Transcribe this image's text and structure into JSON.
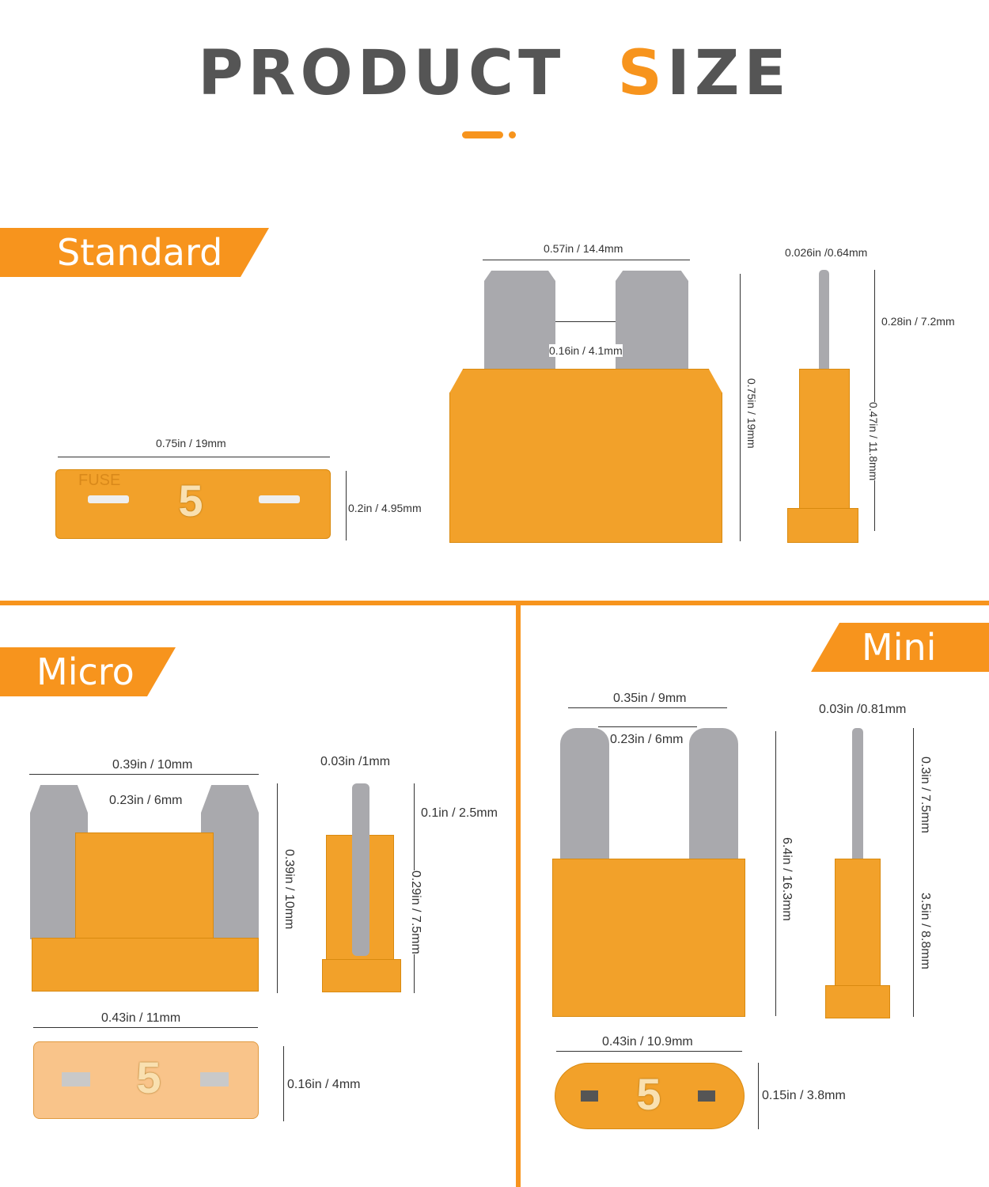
{
  "title": {
    "part1": "PRODUCT",
    "part2_accent": "S",
    "part2_rest": "IZE"
  },
  "colors": {
    "accent": "#f7941d",
    "title_gray": "#555555",
    "fuse_body": "#f2a12a",
    "blade": "#a9a9ad"
  },
  "sections": {
    "standard": {
      "label": "Standard",
      "top_width": "0.75in / 19mm",
      "top_height": "0.2in / 4.95mm",
      "top_number": "5",
      "top_marking": "FUSE",
      "front_width": "0.57in / 14.4mm",
      "front_gap": "0.16in / 4.1mm",
      "front_height": "0.75in / 19mm",
      "side_thickness": "0.026in /0.64mm",
      "side_blade": "0.28in / 7.2mm",
      "side_body": "0.47in / 11.8mm"
    },
    "micro": {
      "label": "Micro",
      "front_width": "0.39in / 10mm",
      "front_gap": "0.23in / 6mm",
      "front_height": "0.39in / 10mm",
      "side_thickness": "0.03in /1mm",
      "side_blade": "0.1in / 2.5mm",
      "side_body": "0.29in / 7.5mm",
      "top_width": "0.43in / 11mm",
      "top_height": "0.16in / 4mm",
      "top_number": "5"
    },
    "mini": {
      "label": "Mini",
      "front_width": "0.35in / 9mm",
      "front_gap": "0.23in / 6mm",
      "front_height": "6.4in / 16.3mm",
      "side_thickness": "0.03in /0.81mm",
      "side_blade": "0.3in / 7.5mm",
      "side_body": "3.5in / 8.8mm",
      "top_width": "0.43in / 10.9mm",
      "top_height": "0.15in / 3.8mm",
      "top_number": "5"
    }
  }
}
